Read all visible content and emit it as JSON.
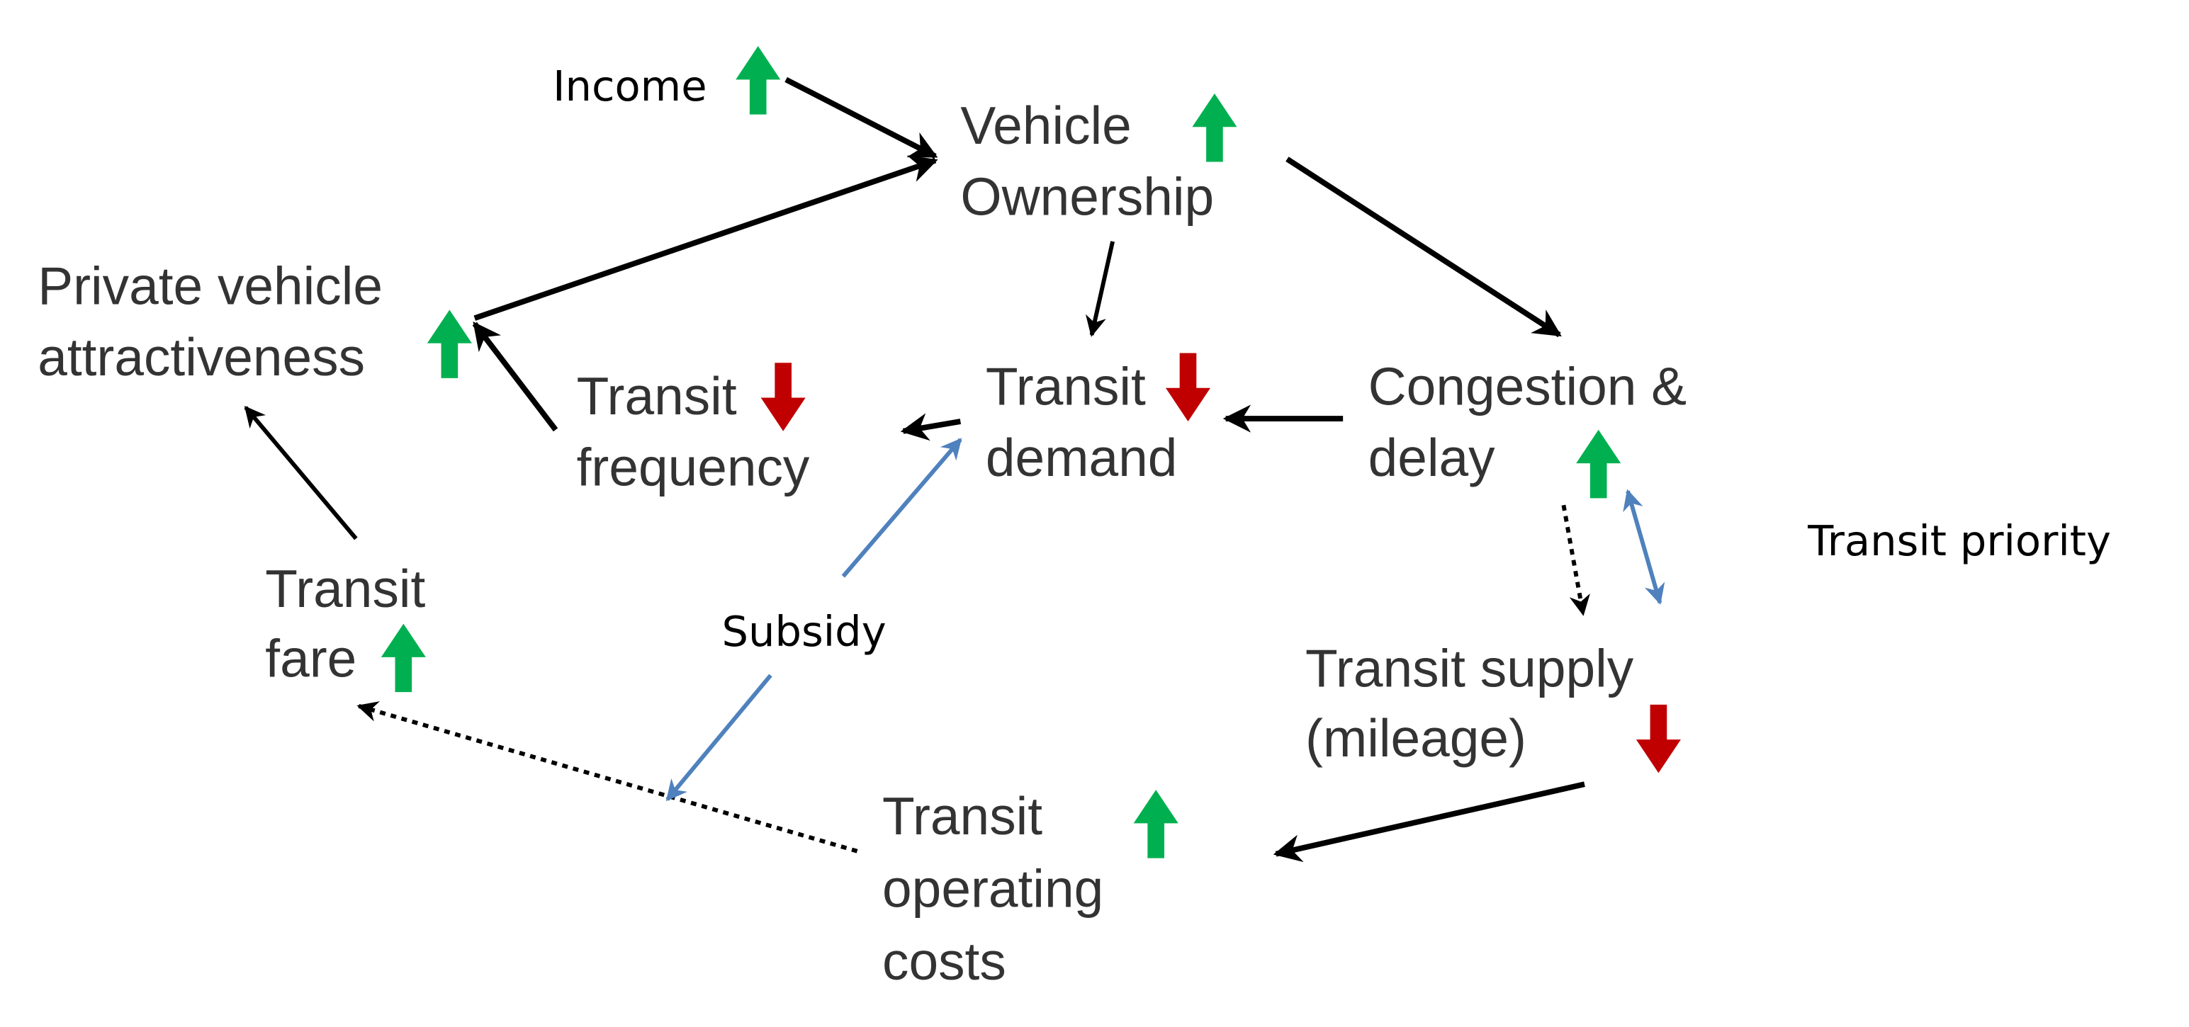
{
  "colors": {
    "increase": "#00B050",
    "decrease": "#C00000",
    "link": "#000000",
    "policy": "#4F81BD",
    "text": "#333333"
  },
  "nodes": {
    "income": {
      "lines": [
        "Income"
      ],
      "trend": "up"
    },
    "vehicle_ownership": {
      "lines": [
        "Vehicle",
        "Ownership"
      ],
      "trend": "up"
    },
    "private_vehicle_attractiveness": {
      "lines": [
        "Private vehicle",
        "attractiveness"
      ],
      "trend": "up"
    },
    "transit_frequency": {
      "lines": [
        "Transit",
        "frequency"
      ],
      "trend": "down"
    },
    "transit_demand": {
      "lines": [
        "Transit",
        "demand"
      ],
      "trend": "down"
    },
    "congestion_delay": {
      "lines": [
        "Congestion &",
        "delay"
      ],
      "trend": "up"
    },
    "transit_fare": {
      "lines": [
        "Transit",
        "fare"
      ],
      "trend": "up"
    },
    "transit_supply": {
      "lines": [
        "Transit supply",
        "(mileage)"
      ],
      "trend": "down"
    },
    "transit_operating_costs": {
      "lines": [
        "Transit",
        "operating",
        "costs"
      ],
      "trend": "up"
    }
  },
  "policies": {
    "subsidy": "Subsidy",
    "transit_priority": "Transit priority"
  }
}
